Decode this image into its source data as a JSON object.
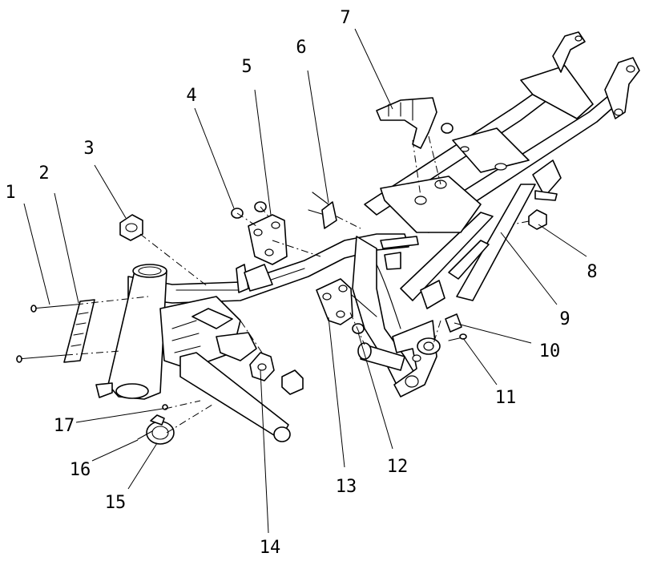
{
  "diagram": {
    "callouts": [
      {
        "id": "1",
        "label": "1"
      },
      {
        "id": "2",
        "label": "2"
      },
      {
        "id": "3",
        "label": "3"
      },
      {
        "id": "4",
        "label": "4"
      },
      {
        "id": "5",
        "label": "5"
      },
      {
        "id": "6",
        "label": "6"
      },
      {
        "id": "7",
        "label": "7"
      },
      {
        "id": "8",
        "label": "8"
      },
      {
        "id": "9",
        "label": "9"
      },
      {
        "id": "10",
        "label": "10"
      },
      {
        "id": "11",
        "label": "11"
      },
      {
        "id": "12",
        "label": "12"
      },
      {
        "id": "13",
        "label": "13"
      },
      {
        "id": "14",
        "label": "14"
      },
      {
        "id": "15",
        "label": "15"
      },
      {
        "id": "16",
        "label": "16"
      },
      {
        "id": "17",
        "label": "17"
      }
    ],
    "colors": {
      "line": "#000000",
      "background": "#ffffff"
    }
  }
}
